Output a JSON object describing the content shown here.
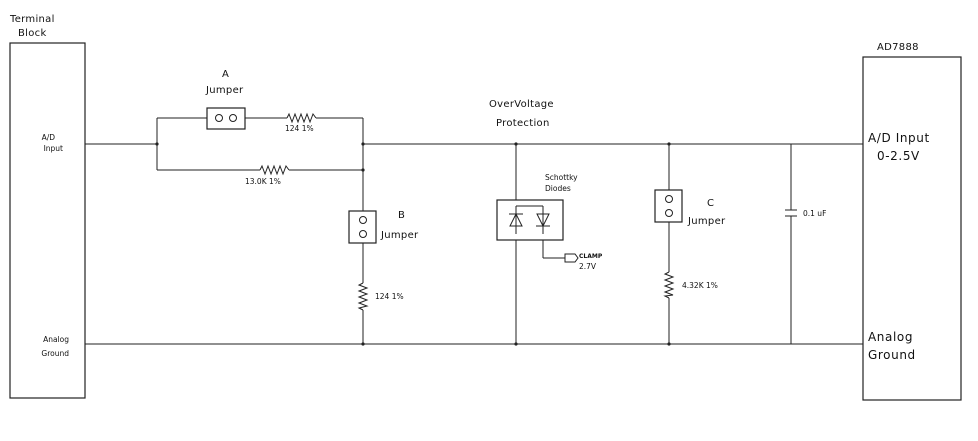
{
  "terminal_block": {
    "line1": "Terminal",
    "line2": "Block"
  },
  "left_labels": {
    "ad_input": {
      "line1": "A/D",
      "line2": "Input"
    },
    "analog_ground": {
      "line1": "Analog",
      "line2": "Ground"
    }
  },
  "jumper_a": {
    "letter": "A",
    "label": "Jumper"
  },
  "jumper_b": {
    "letter": "B",
    "label": "Jumper"
  },
  "jumper_c": {
    "letter": "C",
    "label": "Jumper"
  },
  "resistors": {
    "r_a": "124 1%",
    "r_parallel": "13.0K 1%",
    "r_b": "124 1%",
    "r_c": "4.32K 1%"
  },
  "overvoltage": {
    "line1": "OverVoltage",
    "line2": "Protection"
  },
  "schottky": {
    "line1": "Schottky",
    "line2": "Diodes"
  },
  "clamp": {
    "label": "CLAMP",
    "value": "2.7V"
  },
  "capacitor": {
    "label": "0.1 uF"
  },
  "ad7888": {
    "title": "AD7888",
    "input_line1": "A/D Input",
    "input_line2": "0-2.5V",
    "ground_line1": "Analog",
    "ground_line2": "Ground"
  }
}
